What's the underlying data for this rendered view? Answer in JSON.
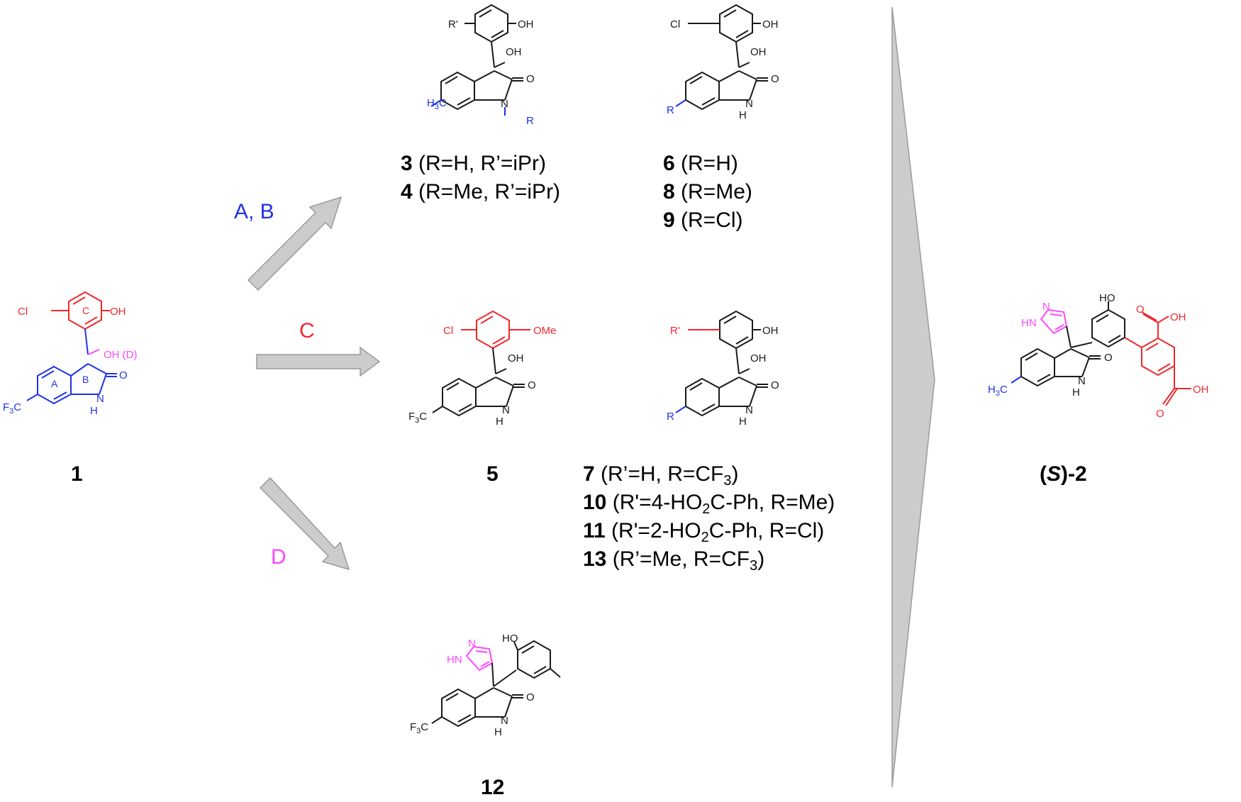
{
  "colors": {
    "blue": "#1e32e6",
    "red": "#f0282d",
    "magenta": "#ff46ff",
    "black": "#1a1a1a",
    "arrow_fill": "#cccccc"
  },
  "steps": {
    "ab": "A, B",
    "c": "C",
    "d": "D"
  },
  "compound1": {
    "number": "1",
    "cl": "Cl",
    "oh": "OH",
    "oh_d": "OH (D)",
    "ring_a": "A",
    "ring_b": "B",
    "ring_c": "C",
    "o": "O",
    "n": "N",
    "h": "H",
    "f3c": "F",
    "f3c_sub": "3",
    "f3c_tail": "C"
  },
  "compound3": {
    "r_prime": "R'",
    "oh_phenol": "OH",
    "oh": "OH",
    "o": "O",
    "n": "N",
    "r": "R",
    "h3c": "H",
    "h3c_sub": "3",
    "h3c_tail": "C",
    "label1_num": "3",
    "label1_text": " (R=H, R’=iPr)",
    "label2_num": "4",
    "label2_text": " (R=Me, R’=iPr)"
  },
  "compound6": {
    "cl": "Cl",
    "oh_phenol": "OH",
    "oh": "OH",
    "o": "O",
    "n": "N",
    "h": "H",
    "r": "R",
    "label1_num": "6",
    "label1_text": " (R=H)",
    "label2_num": "8",
    "label2_text": " (R=Me)",
    "label3_num": "9",
    "label3_text": " (R=Cl)"
  },
  "compound5": {
    "number": "5",
    "cl": "Cl",
    "ome": "OMe",
    "oh": "OH",
    "o": "O",
    "n": "N",
    "h": "H",
    "f3c": "F",
    "f3c_sub": "3",
    "f3c_tail": "C"
  },
  "compound7": {
    "r_prime": "R'",
    "oh_phenol": "OH",
    "oh": "OH",
    "o": "O",
    "n": "N",
    "h": "H",
    "r": "R",
    "l1_num": "7",
    "l1_a": " (R’=H, R=CF",
    "l1_sub": "3",
    "l1_b": ")",
    "l2_num": "10",
    "l2_a": " (R'=4-HO",
    "l2_sub": "2",
    "l2_b": "C-Ph, R=Me)",
    "l3_num": "11",
    "l3_a": " (R'=2-HO",
    "l3_sub": "2",
    "l3_b": "C-Ph, R=Cl)",
    "l4_num": "13",
    "l4_a": " (R’=Me, R=CF",
    "l4_sub": "3",
    "l4_b": ")"
  },
  "compound12": {
    "number": "12",
    "hn": "HN",
    "n": "N",
    "ho": "HO",
    "o": "O",
    "nh_n": "N",
    "nh_h": "H",
    "f3c": "F",
    "f3c_sub": "3",
    "f3c_tail": "C"
  },
  "compoundS2": {
    "num_open": "(",
    "num_s": "S",
    "num_close": ")-2",
    "hn": "HN",
    "n": "N",
    "ho": "HO",
    "o": "O",
    "n_lactam": "N",
    "h_lactam": "H",
    "h3c": "H",
    "h3c_sub": "3",
    "h3c_tail": "C",
    "cooh1_o": "O",
    "cooh1_oh": "OH",
    "cooh2_o": "O",
    "cooh2_oh": "OH"
  }
}
